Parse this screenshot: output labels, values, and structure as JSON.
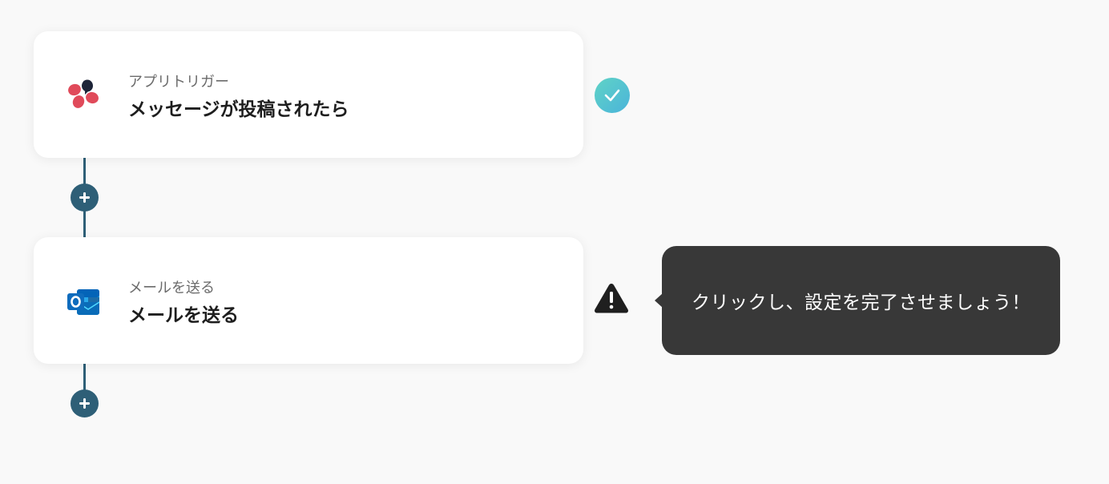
{
  "flow": {
    "steps": [
      {
        "subtitle": "アプリトリガー",
        "title": "メッセージが投稿されたら",
        "app_icon": "slack-style-flower-icon",
        "status": "complete",
        "status_icon": "check-circle-icon"
      },
      {
        "subtitle": "メールを送る",
        "title": "メールを送る",
        "app_icon": "outlook-icon",
        "status": "incomplete",
        "status_icon": "warning-triangle-icon"
      }
    ],
    "add_step_icon": "plus-icon"
  },
  "tooltip": {
    "text": "クリックし、設定を完了させましょう！"
  },
  "colors": {
    "background": "#f9f9f9",
    "connector": "#2e5f77",
    "check_gradient_start": "#5fd3c6",
    "check_gradient_end": "#4bb4da",
    "tooltip_bg": "#383838",
    "warning": "#1f1f1f",
    "outlook_blue": "#0f6cbd",
    "trigger_red": "#e04a5a",
    "trigger_navy": "#1d2438"
  }
}
